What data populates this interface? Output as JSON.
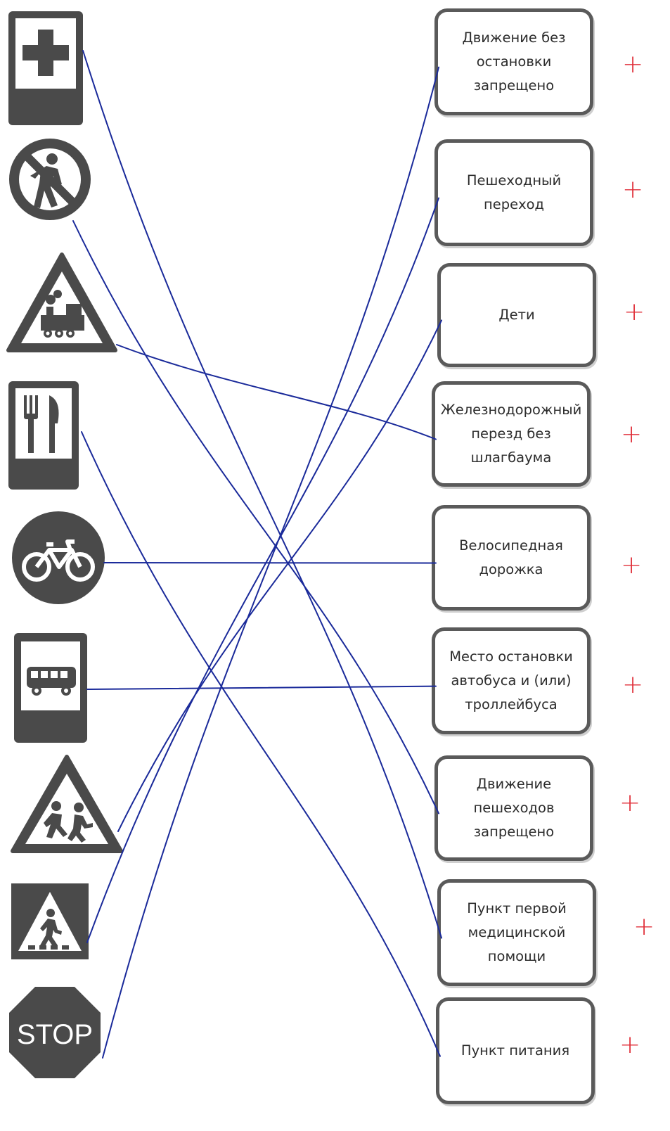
{
  "labels": [
    "Движение без\nостановки\nзапрещено",
    "Пешеходный\nпереход",
    "Дети",
    "Железнодорожный\nперезд без\nшлагбаума",
    "Велосипедная\nдорожка",
    "Место остановки\nавтобуса и (или)\nтроллейбуса",
    "Движение\nпешеходов\nзапрещено",
    "Пункт первой\nмедицинской\nпомощи",
    "Пункт питания"
  ],
  "signs": [
    "first-aid-sign",
    "no-pedestrians-sign",
    "railroad-crossing-sign",
    "food-service-sign",
    "bicycle-path-sign",
    "bus-stop-sign",
    "children-sign",
    "pedestrian-crossing-sign",
    "stop-sign"
  ],
  "stop_sign_text": "STOP",
  "check_marks": [
    "+",
    "+",
    "+",
    "+",
    "+",
    "+",
    "+",
    "+",
    "+"
  ],
  "matches": [
    {
      "sign": "first-aid-sign",
      "label": "Пункт первой\nмедицинской\nпомощи"
    },
    {
      "sign": "no-pedestrians-sign",
      "label": "Движение\nпешеходов\nзапрещено"
    },
    {
      "sign": "railroad-crossing-sign",
      "label": "Железнодорожный\nперезд без\nшлагбаума"
    },
    {
      "sign": "food-service-sign",
      "label": "Пункт питания"
    },
    {
      "sign": "bicycle-path-sign",
      "label": "Велосипедная\nдорожка"
    },
    {
      "sign": "bus-stop-sign",
      "label": "Место остановки\nавтобуса и (или)\nтроллейбуса"
    },
    {
      "sign": "children-sign",
      "label": "Дети"
    },
    {
      "sign": "pedestrian-crossing-sign",
      "label": "Пешеходный\nпереход"
    },
    {
      "sign": "stop-sign",
      "label": "Движение без\nостановки\nзапрещено"
    }
  ],
  "colors": {
    "sign_dark": "#4a4a4a",
    "box_border": "#5a5a5a",
    "pen_line": "#1a2a9a",
    "check_mark": "#e0303a"
  }
}
